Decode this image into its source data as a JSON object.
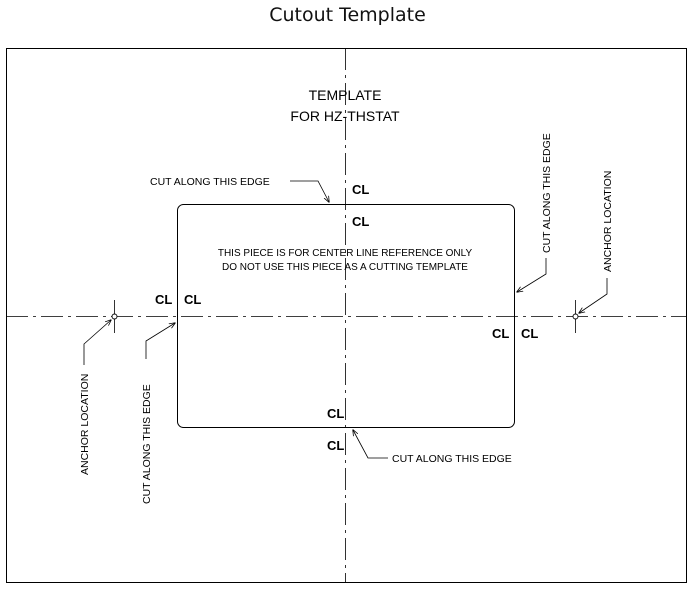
{
  "title": "Cutout Template",
  "heading": {
    "line1": "TEMPLATE",
    "line2": "FOR HZ-THSTAT"
  },
  "note": {
    "line1": "THIS PIECE IS FOR CENTER LINE REFERENCE ONLY",
    "line2": "DO NOT USE THIS PIECE AS A CUTTING TEMPLATE"
  },
  "labels": {
    "cut_top": "CUT ALONG THIS EDGE",
    "cut_bottom": "CUT ALONG THIS EDGE",
    "cut_left": "CUT ALONG THIS EDGE",
    "cut_right": "CUT ALONG THIS EDGE",
    "anchor_left": "ANCHOR LOCATION",
    "anchor_right": "ANCHOR LOCATION"
  },
  "centerline_symbol": "CL",
  "colors": {
    "line": "#000000",
    "background": "#ffffff"
  }
}
